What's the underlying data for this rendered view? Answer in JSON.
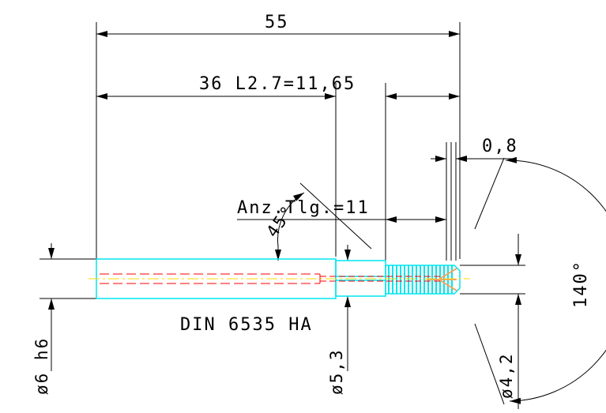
{
  "dimensions": {
    "overall_length": "55",
    "shank_length": "36  L2.7=11,65",
    "thread_offset": "0,8",
    "angle_tip": "140°",
    "angle_chamfer": "45°",
    "flute_count": "Anz.Tlg.=11",
    "shank_diameter": "ø6 h6",
    "neck_diameter": "ø5,3",
    "tip_diameter": "ø4,2",
    "standard": "DIN 6535 HA"
  },
  "colors": {
    "outline": "#00e5ee",
    "thread": "#00e5ee",
    "centerline": "#ff0000",
    "axis_hidden": "#ffd700",
    "tip": "#f4a460",
    "dim_line": "#000000"
  }
}
